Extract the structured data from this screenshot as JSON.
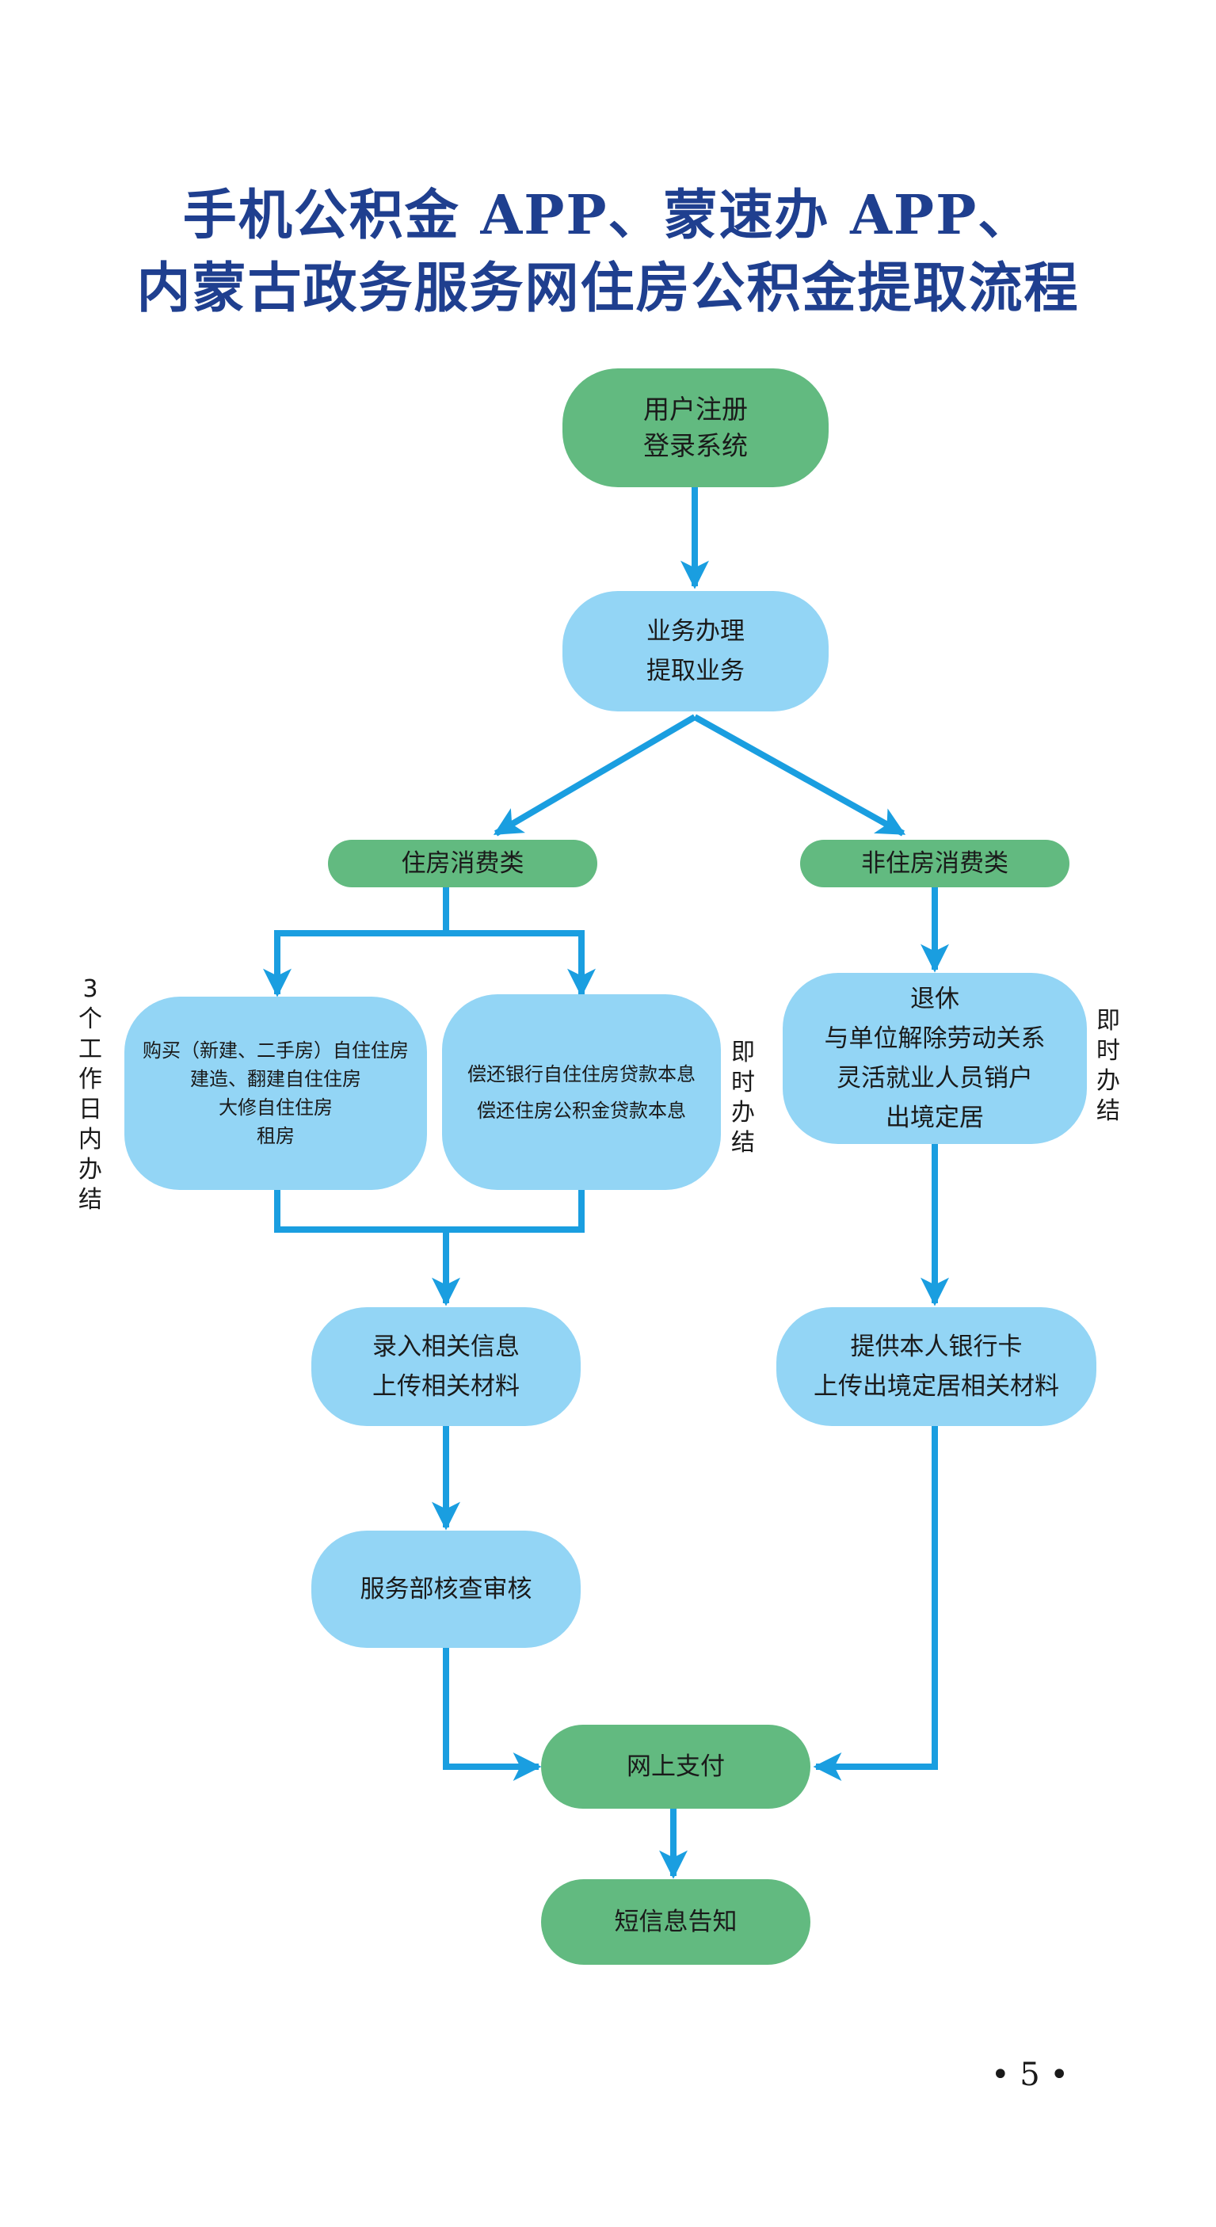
{
  "title": {
    "line1": "手机公积金 APP、蒙速办 APP、",
    "line2": "内蒙古政务服务网住房公积金提取流程"
  },
  "nodes": {
    "register": [
      "用户注册",
      "登录系统"
    ],
    "business": [
      "业务办理",
      "提取业务"
    ],
    "housing": "住房消费类",
    "non_housing": "非住房消费类",
    "purchase": [
      "购买（新建、二手房）自住住房",
      "建造、翻建自住住房",
      "大修自住住房",
      "租房"
    ],
    "repay": [
      "偿还银行自住住房贷款本息",
      "偿还住房公积金贷款本息"
    ],
    "retire": [
      "退休",
      "与单位解除劳动关系",
      "灵活就业人员销户",
      "出境定居"
    ],
    "input": [
      "录入相关信息",
      "上传相关材料"
    ],
    "bank": [
      "提供本人银行卡",
      "上传出境定居相关材料"
    ],
    "review": "服务部核查审核",
    "pay": "网上支付",
    "notify": "短信息告知"
  },
  "notes": {
    "three_days": [
      "3",
      "个",
      "工",
      "作",
      "日",
      "内",
      "办",
      "结"
    ],
    "instant_a": [
      "即",
      "时",
      "办",
      "结"
    ],
    "instant_b": [
      "即",
      "时",
      "办",
      "结"
    ]
  },
  "page_number": "• 5 •",
  "colors": {
    "green": "#62ba80",
    "blue": "#93d5f5",
    "arrow": "#1a9ee0",
    "title": "#1f3f8f"
  }
}
